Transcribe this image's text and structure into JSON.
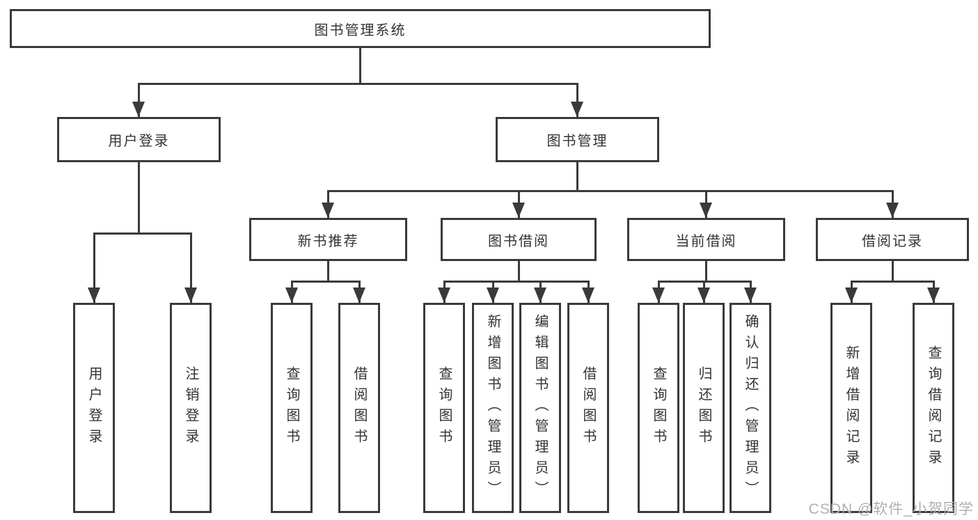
{
  "tree": {
    "root": "图书管理系统",
    "branches": [
      {
        "label": "用户登录",
        "children": [
          "用户登录",
          "注销登录"
        ]
      },
      {
        "label": "图书管理",
        "modules": [
          {
            "label": "新书推荐",
            "children": [
              "查询图书",
              "借阅图书"
            ]
          },
          {
            "label": "图书借阅",
            "children": [
              "查询图书",
              "新增图书（管理员）",
              "编辑图书（管理员）",
              "借阅图书"
            ]
          },
          {
            "label": "当前借阅",
            "children": [
              "查询图书",
              "归还图书",
              "确认归还（管理员）"
            ]
          },
          {
            "label": "借阅记录",
            "children": [
              "新增借阅记录",
              "查询借阅记录"
            ]
          }
        ]
      }
    ]
  },
  "watermark": {
    "text": "CSDN @软件_小贺同学"
  },
  "colors": {
    "line": "#3a3a3a",
    "text": "#333333",
    "background": "#ffffff",
    "watermark": "#b3afad"
  }
}
